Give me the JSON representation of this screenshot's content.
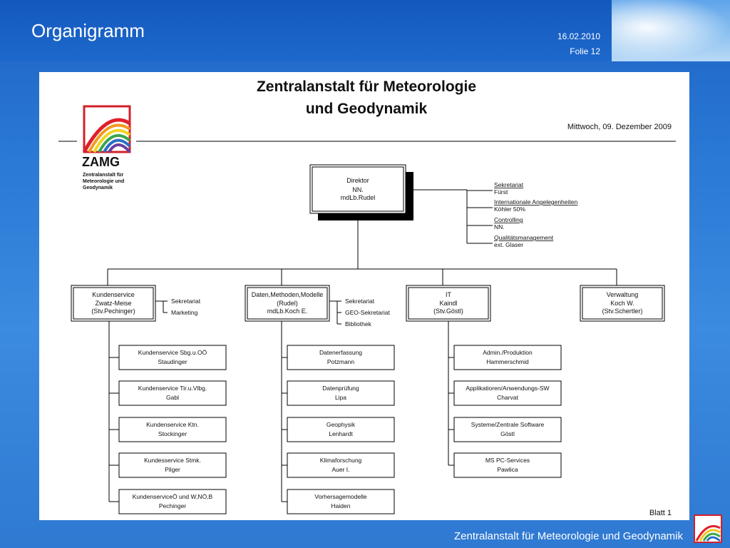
{
  "slide": {
    "title": "Organigramm",
    "date": "16.02.2010",
    "folie": "Folie 12",
    "footer": "Zentralanstalt für Meteorologie und Geodynamik"
  },
  "doc": {
    "heading1": "Zentralanstalt für Meteorologie",
    "heading2": "und Geodynamik",
    "date": "Mittwoch, 09. Dezember 2009",
    "blatt": "Blatt 1",
    "logo": {
      "word": "ZAMG",
      "line1": "Zentralanstalt für",
      "line2": "Meteorologie und",
      "line3": "Geodynamik"
    }
  },
  "director": {
    "title": "Direktor",
    "line2": "NN.",
    "line3": "mdLb.Rudel"
  },
  "staff": [
    {
      "label": "Sekretariat",
      "person": "Fürst"
    },
    {
      "label": "Internationale Angelegenheiten",
      "person": "Köhler 50%"
    },
    {
      "label": "Controlling",
      "person": "NN."
    },
    {
      "label": "Qualitätsmanagement",
      "person": "ext. Glaser"
    }
  ],
  "departments": [
    {
      "lines": [
        "Kundenservice",
        "Zwatz-Meise",
        "(Stv.Pechinger)"
      ],
      "side": [
        "Sekretariat",
        "Marketing"
      ],
      "units": [
        {
          "name": "Kundenservice Sbg.u.OÖ",
          "person": "Staudinger"
        },
        {
          "name": "Kundenservice Tir.u.Vlbg.",
          "person": "Gabl"
        },
        {
          "name": "Kundenservice Ktn.",
          "person": "Stockinger"
        },
        {
          "name": "Kundesservice Stmk.",
          "person": "Pilger"
        },
        {
          "name": "KundenserviceÖ und W,NÖ,B",
          "person": "Pechinger"
        }
      ]
    },
    {
      "lines": [
        "Daten,Methoden,Modelle",
        "(Rudel)",
        "mdLb.Koch E."
      ],
      "side": [
        "Sekretariat",
        "GEO-Sekretariat",
        "Bibliothek"
      ],
      "units": [
        {
          "name": "Datenerfassung",
          "person": "Potzmann"
        },
        {
          "name": "Datenprüfung",
          "person": "Lipa"
        },
        {
          "name": "Geophysik",
          "person": "Lenhardt"
        },
        {
          "name": "Klimaforschung",
          "person": "Auer I."
        },
        {
          "name": "Vorhersagemodelle",
          "person": "Haiden"
        }
      ]
    },
    {
      "lines": [
        "IT",
        "Kaindl",
        "(Stv.Göstl)"
      ],
      "side": [],
      "units": [
        {
          "name": "Admin./Produktion",
          "person": "Hammerschmid"
        },
        {
          "name": "Applikatioren/Anwendungs-SW",
          "person": "Charvat"
        },
        {
          "name": "Systeme/Zentrale Software",
          "person": "Göstl"
        },
        {
          "name": "MS PC-Services",
          "person": "Pawlica"
        }
      ]
    },
    {
      "lines": [
        "Verwaltung",
        "Koch W.",
        "(Stv.Schertler)"
      ],
      "side": [],
      "units": []
    }
  ]
}
